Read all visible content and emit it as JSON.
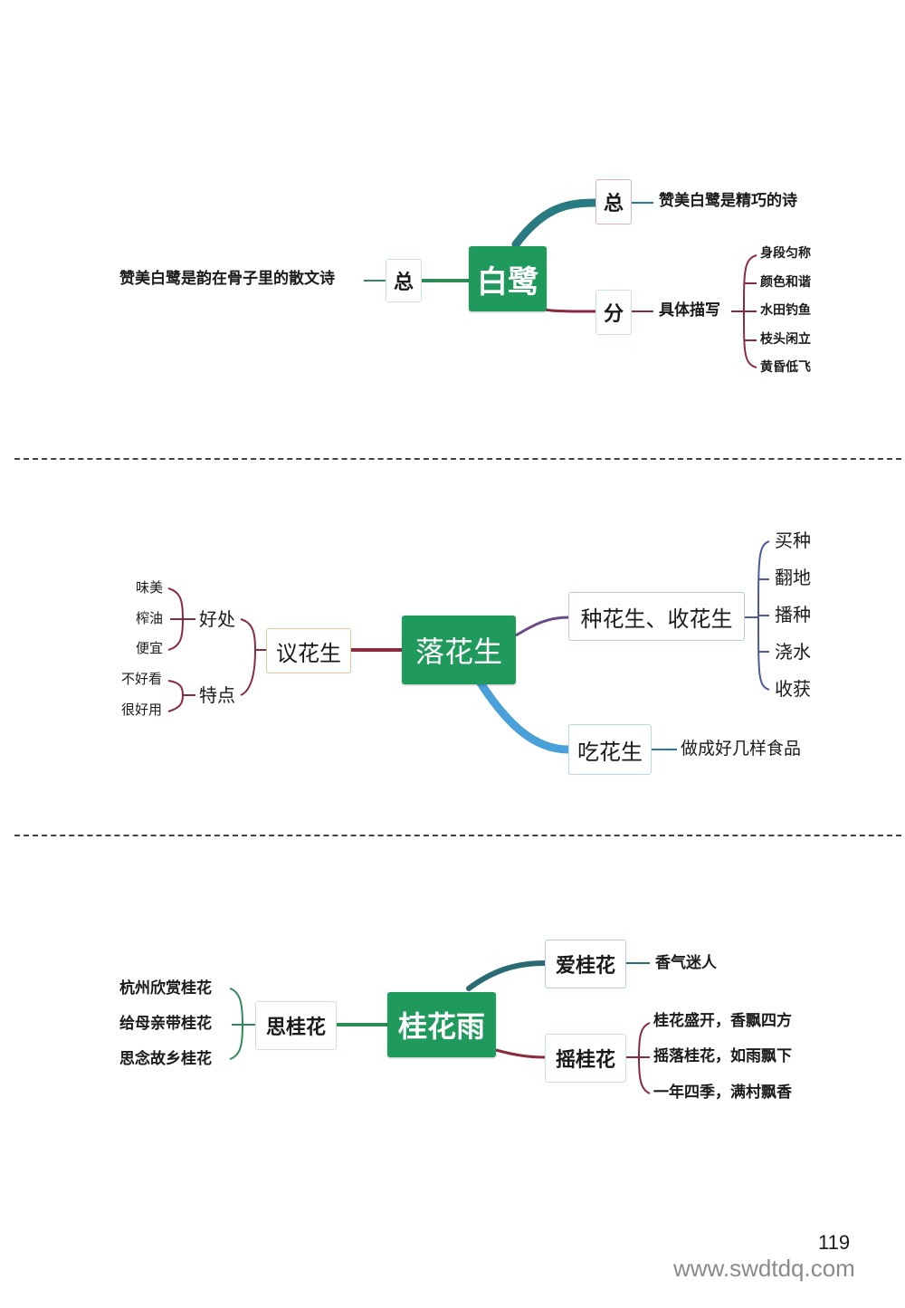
{
  "section1": {
    "center": "白鹭",
    "left_node": "总",
    "left_text": "赞美白鹭是韵在骨子里的散文诗",
    "top_node": "总",
    "top_text": "赞美白鹭是精巧的诗",
    "bottom_node": "分",
    "bottom_text": "具体描写",
    "details": [
      "身段匀称",
      "颜色和谐",
      "水田钓鱼",
      "枝头闲立",
      "黄昏低飞"
    ]
  },
  "section2": {
    "center": "落花生",
    "left_node": "议花生",
    "benefit": "好处",
    "benefit_items": [
      "味美",
      "榨油",
      "便宜"
    ],
    "feature": "特点",
    "feature_items": [
      "不好看",
      "很好用"
    ],
    "top_node": "种花生、收花生",
    "top_items": [
      "买种",
      "翻地",
      "播种",
      "浇水",
      "收获"
    ],
    "bottom_node": "吃花生",
    "bottom_text": "做成好几样食品"
  },
  "section3": {
    "center": "桂花雨",
    "left_node": "思桂花",
    "left_items": [
      "杭州欣赏桂花",
      "给母亲带桂花",
      "思念故乡桂花"
    ],
    "top_node": "爱桂花",
    "top_text": "香气迷人",
    "bottom_node": "摇桂花",
    "bottom_items": [
      "桂花盛开，香飘四方",
      "摇落桂花，如雨飘下",
      "一年四季，满村飘香"
    ]
  },
  "page_number": "119",
  "watermark": "www.swdtdq.com",
  "colors": {
    "center_green": "#1f9a5c",
    "teal_line": "#2a8a8a",
    "maroon_line": "#8a2b3d",
    "green_line": "#2e8b57",
    "purple_line": "#6a4a8a",
    "blue_line": "#4aa0d8"
  }
}
